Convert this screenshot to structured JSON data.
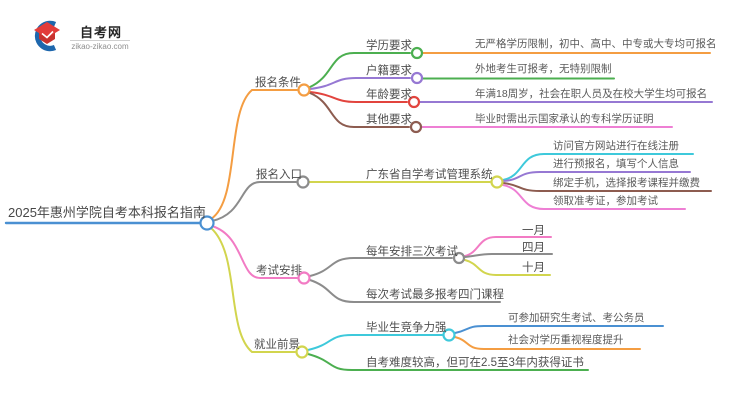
{
  "logo": {
    "title": "自考网",
    "domain": "zikao-zikao.com"
  },
  "colors": {
    "blue": "#4A90D2",
    "orange": "#F49D42",
    "green": "#4CAF50",
    "purple": "#9678D3",
    "red": "#E2443E",
    "brown": "#8D5C50",
    "magenta": "#EE7FD4",
    "pink": "#F27BC4",
    "cyan": "#3EC9DB",
    "yellow": "#D2D54E",
    "gray": "#8C8C8C",
    "logo_blue": "#1E67AD",
    "logo_red": "#E23C3A",
    "logo_red_dark": "#C8332F"
  },
  "map": {
    "root": {
      "label": "2025年惠州学院自考本科报名指南"
    },
    "branches": [
      {
        "label": "报名条件",
        "children": [
          {
            "label": "学历要求",
            "leaves": [
              "无严格学历限制，初中、高中、中专或大专均可报名"
            ]
          },
          {
            "label": "户籍要求",
            "leaves": [
              "外地考生可报考，无特别限制"
            ]
          },
          {
            "label": "年龄要求",
            "leaves": [
              "年满18周岁，社会在职人员及在校大学生均可报名"
            ]
          },
          {
            "label": "其他要求",
            "leaves": [
              "毕业时需出示国家承认的专科学历证明"
            ]
          }
        ]
      },
      {
        "label": "报名入口",
        "children": [
          {
            "label": "广东省自学考试管理系统",
            "leaves": [
              "访问官方网站进行在线注册",
              "进行预报名，填写个人信息",
              "绑定手机，选择报考课程并缴费",
              "领取准考证，参加考试"
            ]
          }
        ]
      },
      {
        "label": "考试安排",
        "children": [
          {
            "label": "每年安排三次考试",
            "leaves": [
              "一月",
              "四月",
              "十月"
            ]
          },
          {
            "label": "每次考试最多报考四门课程",
            "leaves": []
          }
        ]
      },
      {
        "label": "就业前景",
        "children": [
          {
            "label": "毕业生竞争力强",
            "leaves": [
              "可参加研究生考试、考公务员",
              "社会对学历重视程度提升"
            ]
          },
          {
            "label": "自考难度较高，但可在2.5至3年内获得证书",
            "leaves": []
          }
        ]
      }
    ]
  }
}
